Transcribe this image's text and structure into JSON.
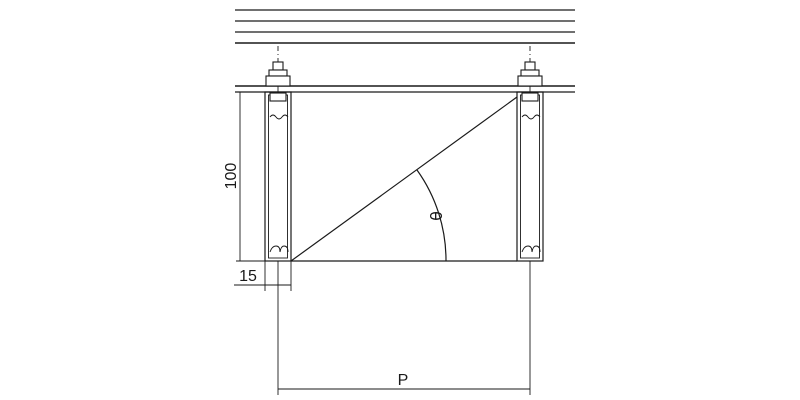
{
  "labels": {
    "height_dimension": "100",
    "profile_width_dimension": "15",
    "pitch_dimension": "P",
    "angle_symbol": "θ"
  }
}
